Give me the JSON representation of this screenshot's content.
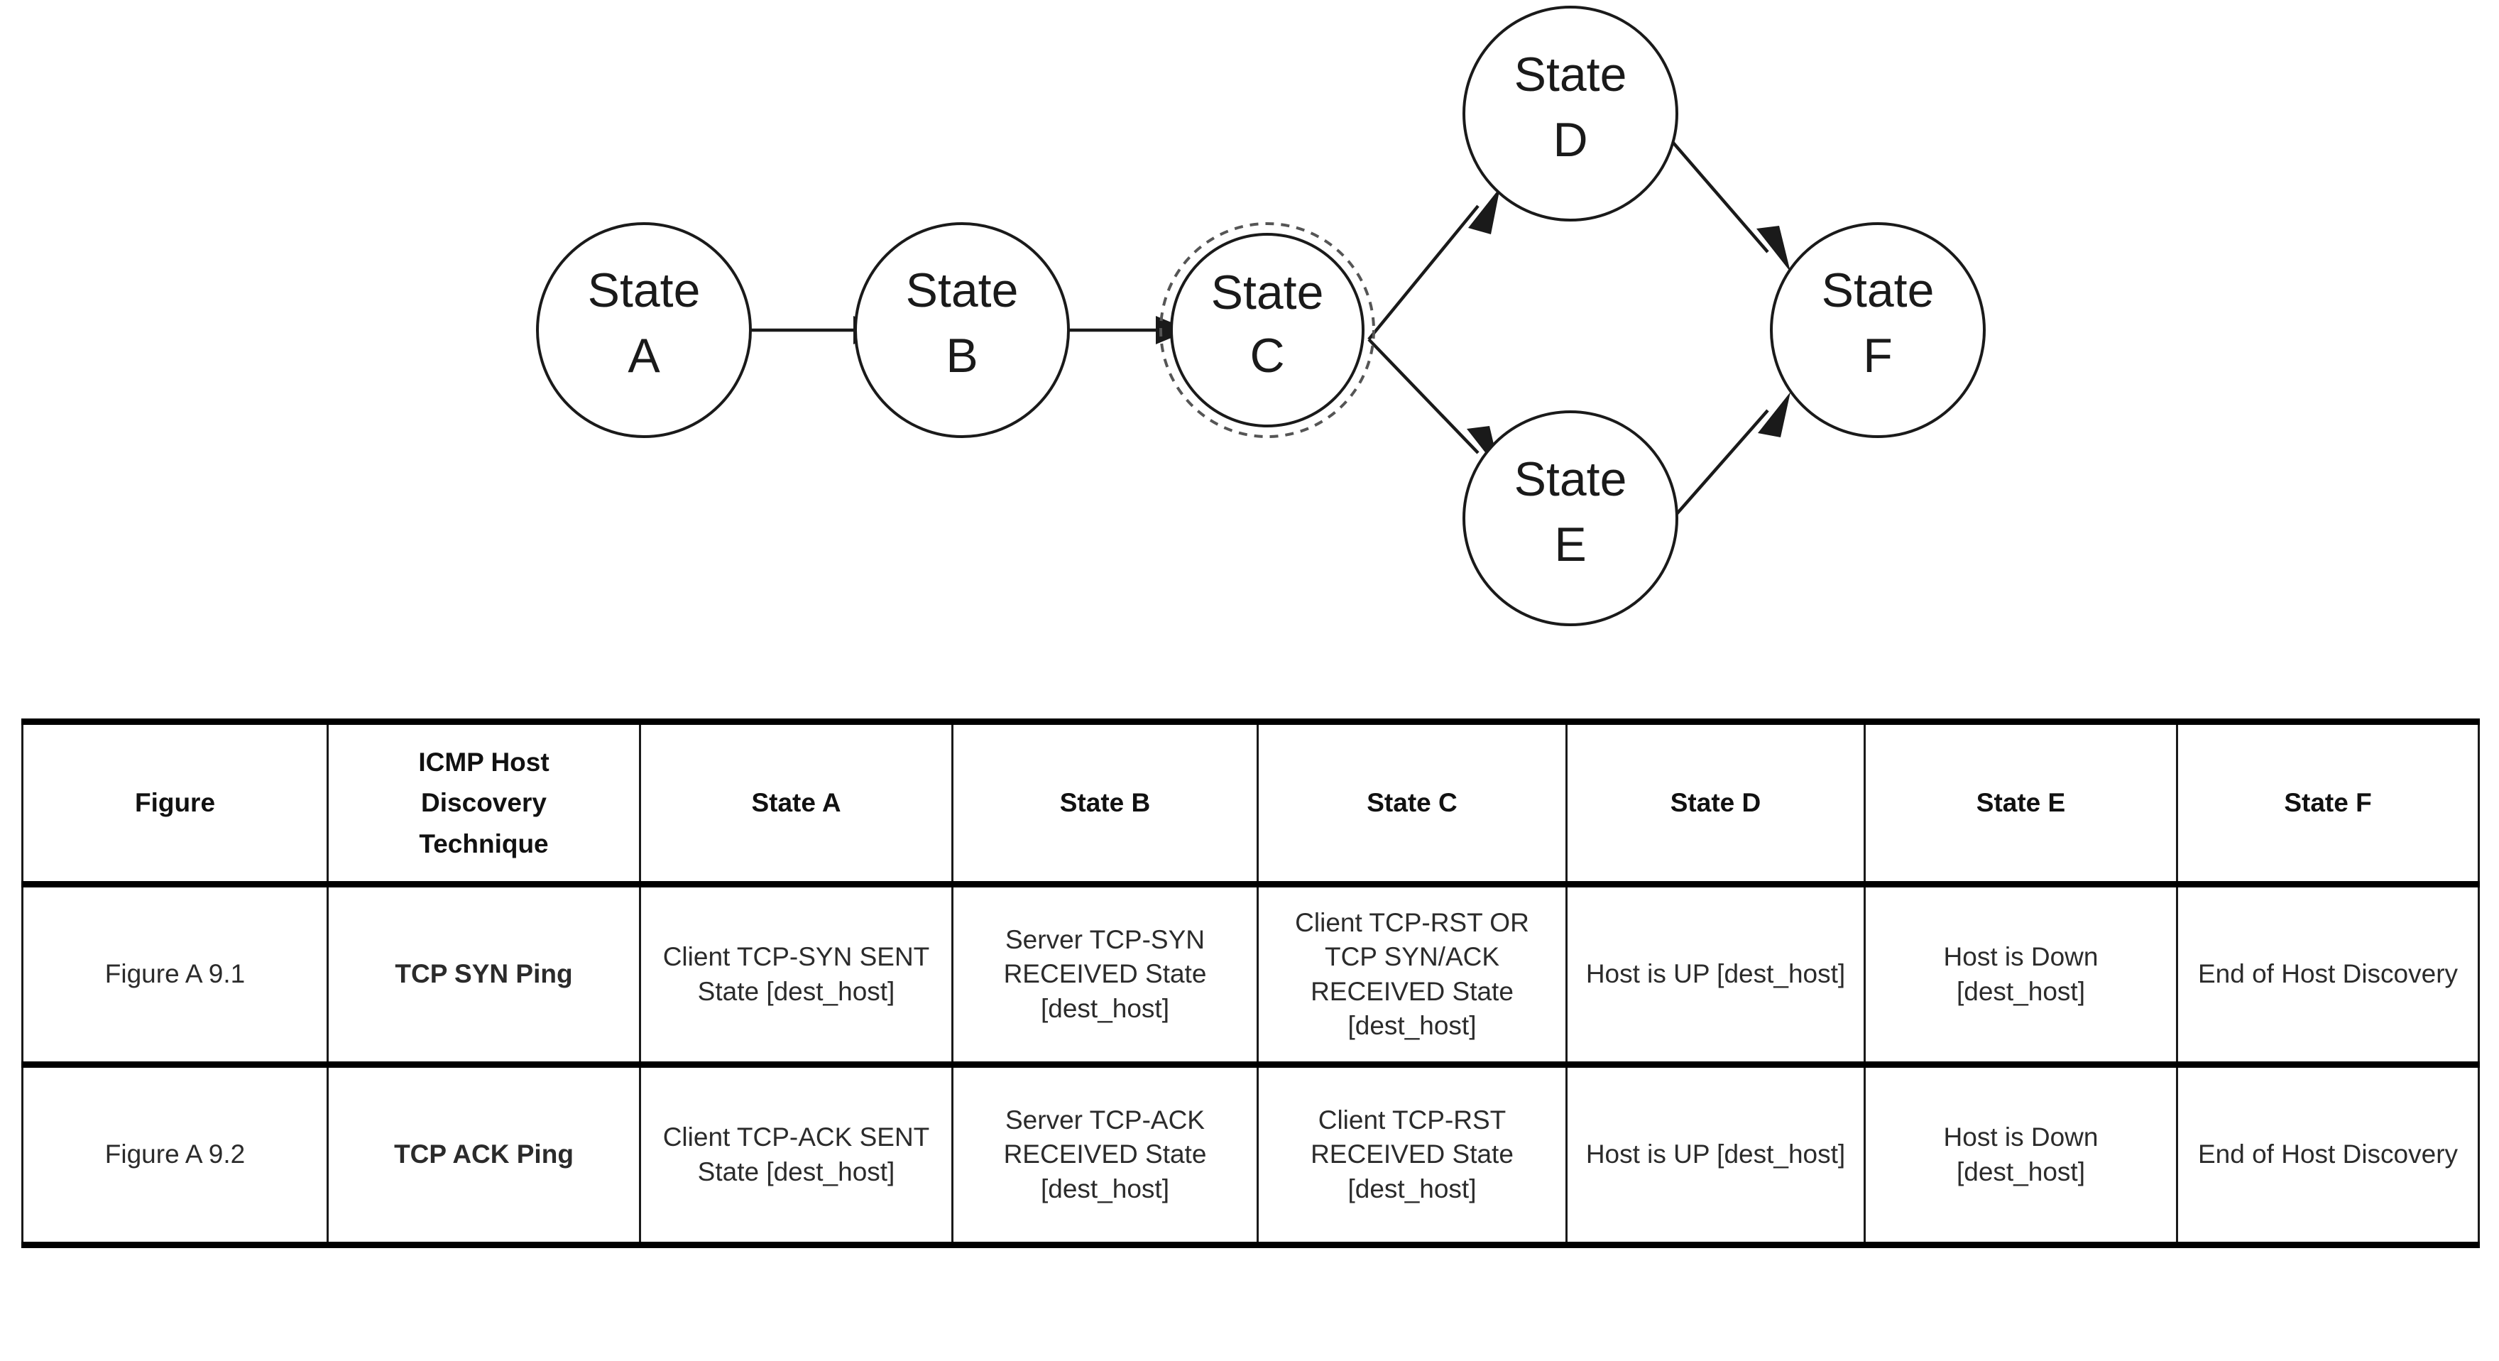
{
  "diagram": {
    "name": "host-discovery-state-machine",
    "nodes": [
      {
        "id": "A",
        "line1": "State",
        "line2": "A",
        "highlighted": false
      },
      {
        "id": "B",
        "line1": "State",
        "line2": "B",
        "highlighted": false
      },
      {
        "id": "C",
        "line1": "State",
        "line2": "C",
        "highlighted": true
      },
      {
        "id": "D",
        "line1": "State",
        "line2": "D",
        "highlighted": false
      },
      {
        "id": "E",
        "line1": "State",
        "line2": "E",
        "highlighted": false
      },
      {
        "id": "F",
        "line1": "State",
        "line2": "F",
        "highlighted": false
      }
    ],
    "edges": [
      {
        "from": "A",
        "to": "B"
      },
      {
        "from": "B",
        "to": "C"
      },
      {
        "from": "C",
        "to": "D"
      },
      {
        "from": "C",
        "to": "E"
      },
      {
        "from": "D",
        "to": "F"
      },
      {
        "from": "E",
        "to": "F"
      }
    ],
    "colors": {
      "node_stroke": "#1a1a1a",
      "node_fill": "#ffffff",
      "highlight_ring": "#555555",
      "edge": "#1a1a1a"
    }
  },
  "table": {
    "headers": {
      "figure": "Figure",
      "technique_line1": "ICMP Host",
      "technique_line2": "Discovery",
      "technique_line3": "Technique",
      "state_a": "State A",
      "state_b": "State B",
      "state_c": "State C",
      "state_d": "State D",
      "state_e": "State E",
      "state_f": "State F"
    },
    "rows": [
      {
        "figure": "Figure A 9.1",
        "technique": "TCP SYN Ping",
        "state_a": "Client TCP-SYN SENT State [dest_host]",
        "state_b": "Server TCP-SYN RECEIVED State [dest_host]",
        "state_c": "Client TCP-RST OR TCP SYN/ACK RECEIVED State [dest_host]",
        "state_d": "Host is UP [dest_host]",
        "state_e": "Host is Down [dest_host]",
        "state_f": "End of Host Discovery"
      },
      {
        "figure": "Figure A 9.2",
        "technique": "TCP ACK Ping",
        "state_a": "Client TCP-ACK SENT State [dest_host]",
        "state_b": "Server TCP-ACK RECEIVED State [dest_host]",
        "state_c": "Client TCP-RST RECEIVED State [dest_host]",
        "state_d": "Host is UP [dest_host]",
        "state_e": "Host is Down [dest_host]",
        "state_f": "End of Host Discovery"
      }
    ]
  }
}
